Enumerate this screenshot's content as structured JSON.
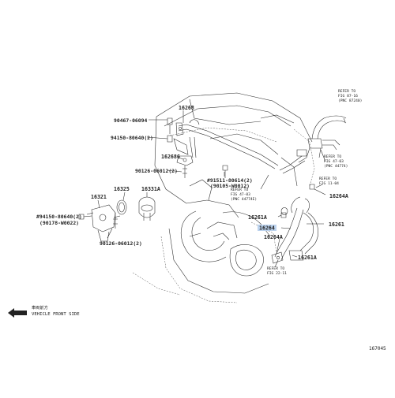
{
  "labels": {
    "p90467": "90467-06094",
    "p16268": "16268",
    "p94150a": "94150-80640(2)",
    "p16268g": "16268G",
    "p90126a": "90126-06012(2)",
    "p16325": "16325",
    "p16321": "16321",
    "p16331a": "16331A",
    "p94150b": "#94150-80640(2)",
    "p90178": "(90178-W0022)",
    "p90126b": "90126-06012(2)",
    "p91511": "#91511-80614(2)",
    "p90105": "(90105-W0012)",
    "p16264a_top": "16264A",
    "p16261a_top": "16261A",
    "p16261": "16261",
    "p16264": "16264",
    "p16264a_bot": "16264A",
    "p16261a_bot": "16261A"
  },
  "refs": {
    "r1": {
      "line1": "REFER TO",
      "line2": "FIG 87-16",
      "line3": "(PNC 87240)"
    },
    "r2": {
      "line1": "REFER TO",
      "line2": "FIG 47-03",
      "line3": "(PNC 44774)"
    },
    "r3": {
      "line1": "REFER TO",
      "line2": "FIG 47-03",
      "line3": "(PNC 44774E)"
    },
    "r4": {
      "line1": "REFER TO",
      "line2": "FIG 11-04"
    },
    "r5": {
      "line1": "REFER TO",
      "line2": "FIG 22-11"
    }
  },
  "direction": {
    "japanese": "車両前方",
    "english": "VEHICLE FRONT SIDE"
  },
  "figure_number": "167045"
}
